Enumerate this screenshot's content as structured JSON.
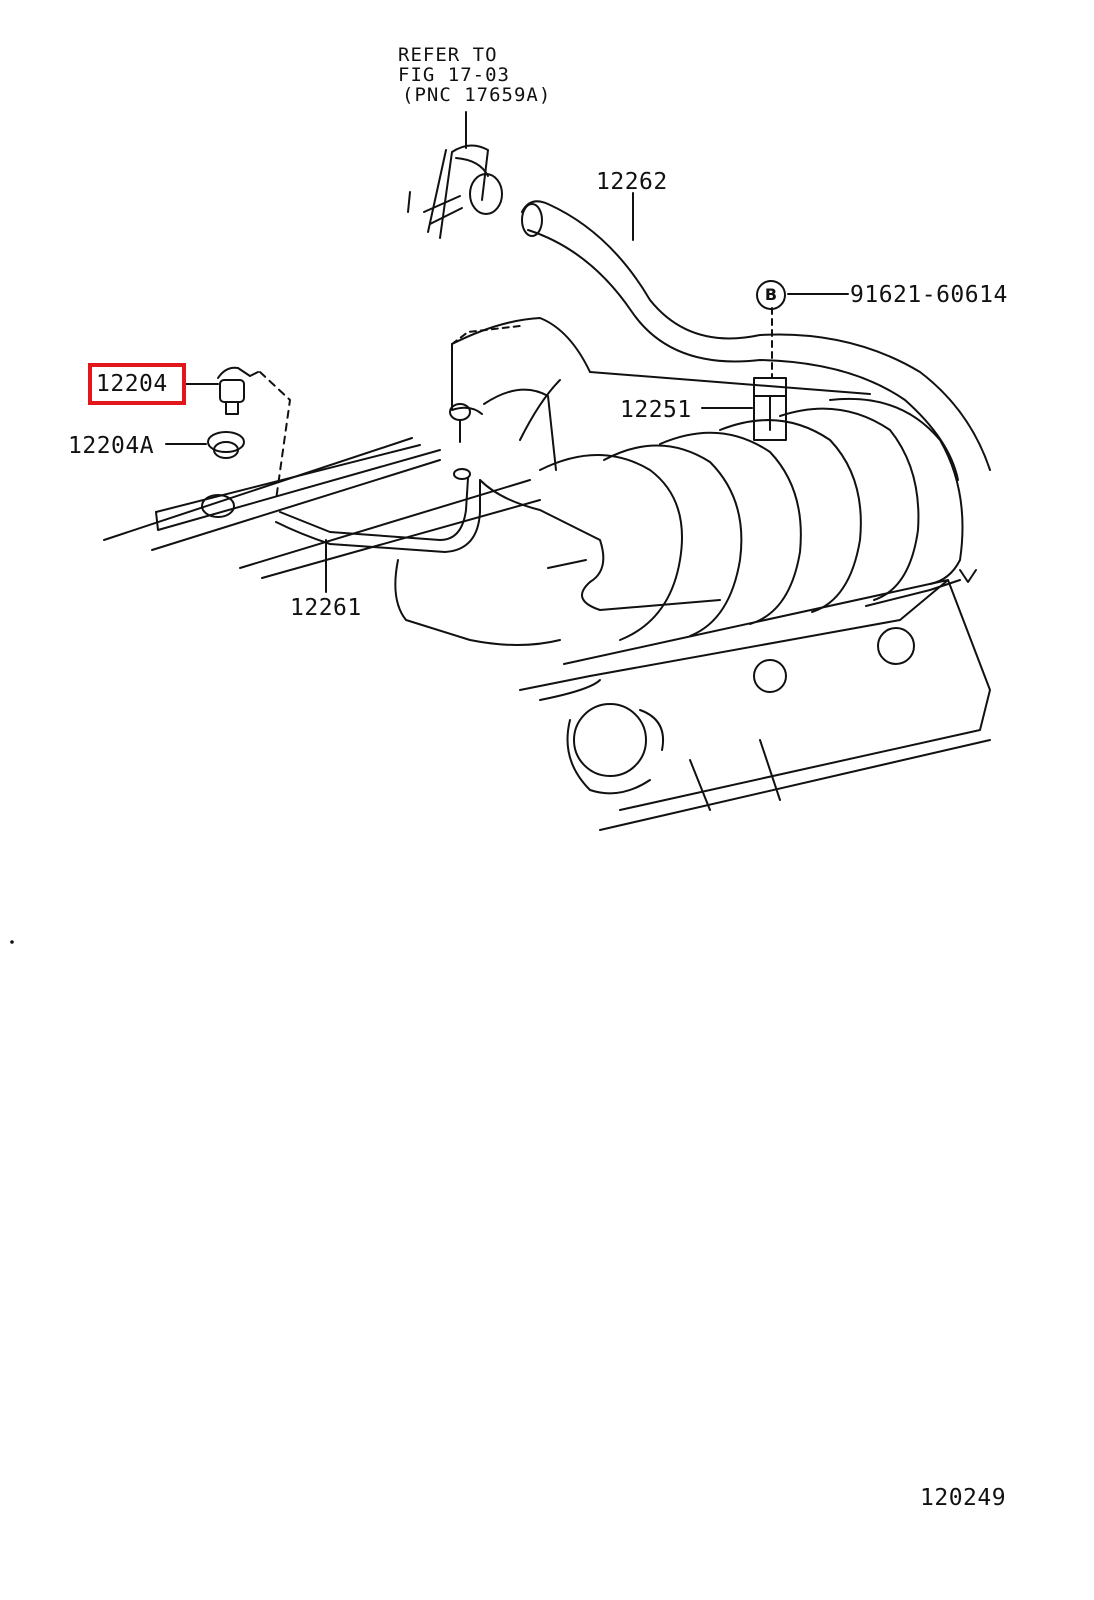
{
  "diagram": {
    "reference_note": {
      "line1": "REFER TO",
      "line2": "FIG 17-03",
      "line3": "(PNC 17659A)"
    },
    "parts": [
      {
        "id": "12262",
        "label": "12262"
      },
      {
        "id": "91621-60614",
        "label": "91621-60614",
        "marker": "B"
      },
      {
        "id": "12204",
        "label": "12204",
        "highlighted": true
      },
      {
        "id": "12204A",
        "label": "12204A"
      },
      {
        "id": "12251",
        "label": "12251"
      },
      {
        "id": "12261",
        "label": "12261"
      }
    ],
    "figure_number": "120249",
    "highlight_color": "#e3161b",
    "line_color": "#111111"
  }
}
